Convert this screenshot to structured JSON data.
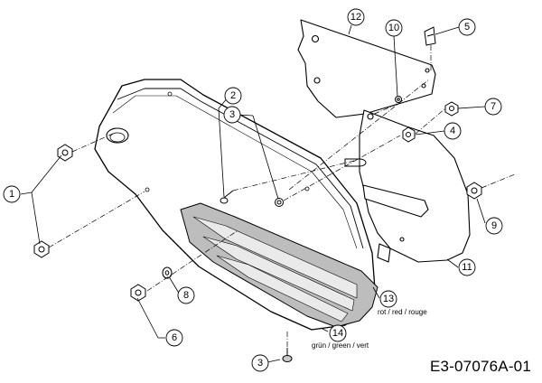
{
  "callouts": {
    "c1": "1",
    "c2": "2",
    "c3a": "3",
    "c3b": "3",
    "c4": "4",
    "c5": "5",
    "c6": "6",
    "c7": "7",
    "c8": "8",
    "c9": "9",
    "c10": "10",
    "c11": "11",
    "c12": "12",
    "c13": "13",
    "c14": "14"
  },
  "color_notes": {
    "part13": "rot / red / rouge",
    "part14": "grün / green / vert"
  },
  "drawing_code": "E3-07076A-01"
}
